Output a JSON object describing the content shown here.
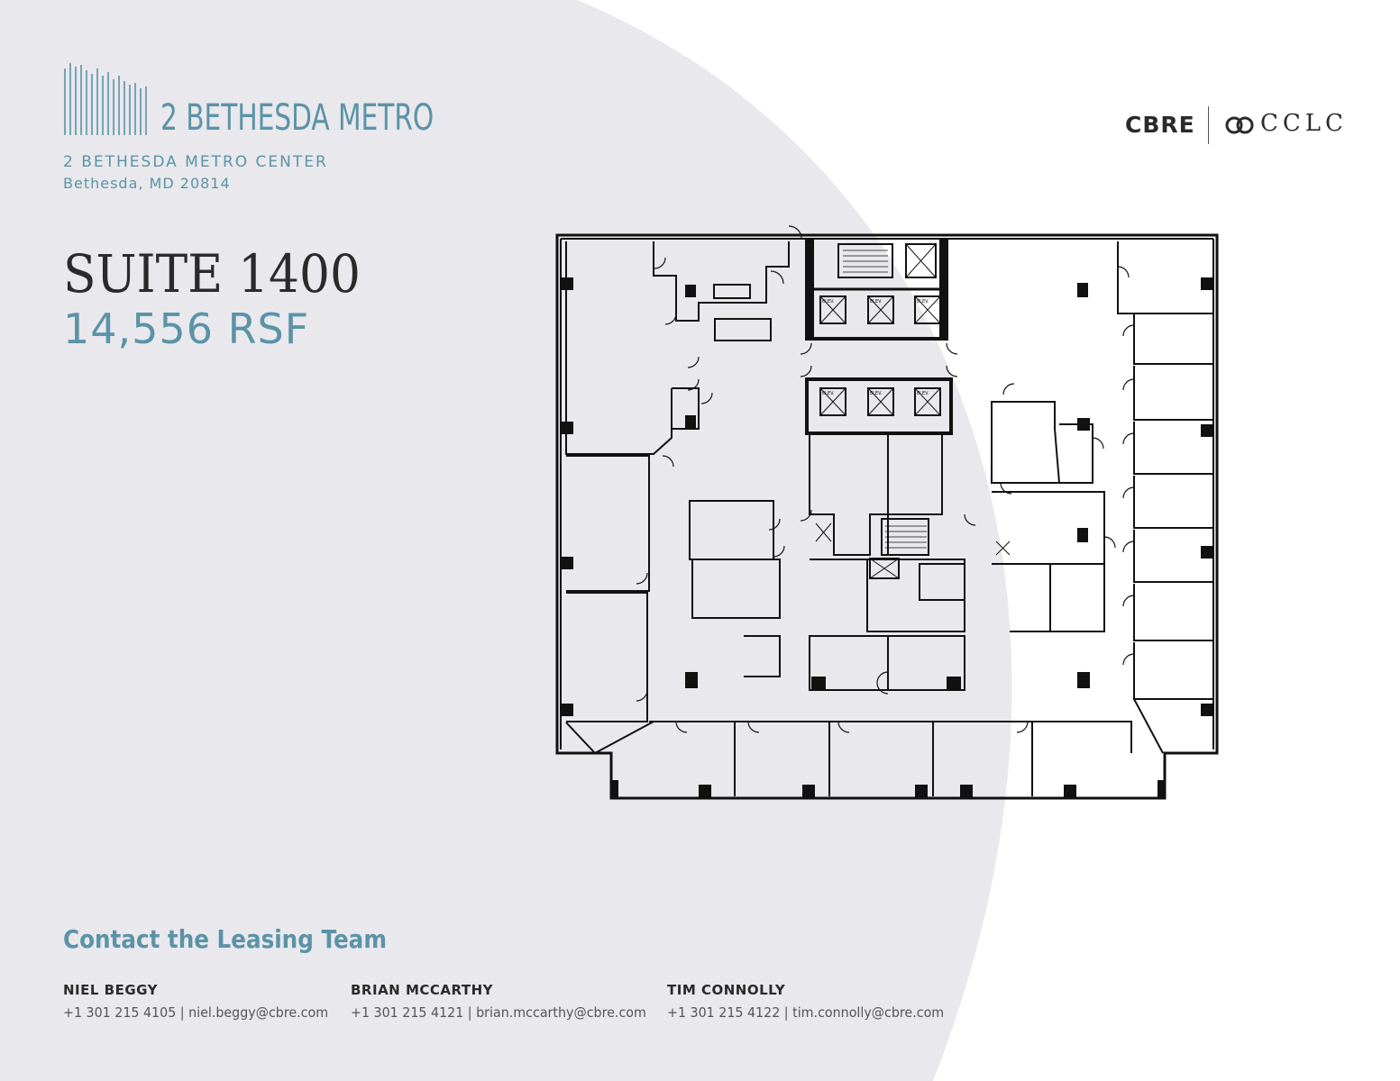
{
  "building": {
    "name": "2 BETHESDA METRO",
    "address_line1": "2 BETHESDA METRO CENTER",
    "address_line2": "Bethesda, MD 20814"
  },
  "suite": {
    "title": "SUITE 1400",
    "area": "14,556 RSF"
  },
  "logos": {
    "cbre": "CBRE",
    "cclc": "CCLC"
  },
  "floorplan": {
    "elevator_label": "ELEV."
  },
  "contact": {
    "title": "Contact the Leasing Team",
    "people": [
      {
        "name": "NIEL BEGGY",
        "info": "+1 301 215 4105 | niel.beggy@cbre.com"
      },
      {
        "name": "BRIAN MCCARTHY",
        "info": "+1 301 215 4121 | brian.mccarthy@cbre.com"
      },
      {
        "name": "TIM CONNOLLY",
        "info": "+1 301 215 4122 | tim.connolly@cbre.com"
      }
    ]
  },
  "colors": {
    "accent": "#5b93a6",
    "background_shape": "#e8e8ed",
    "text_dark": "#2a2a2a"
  }
}
